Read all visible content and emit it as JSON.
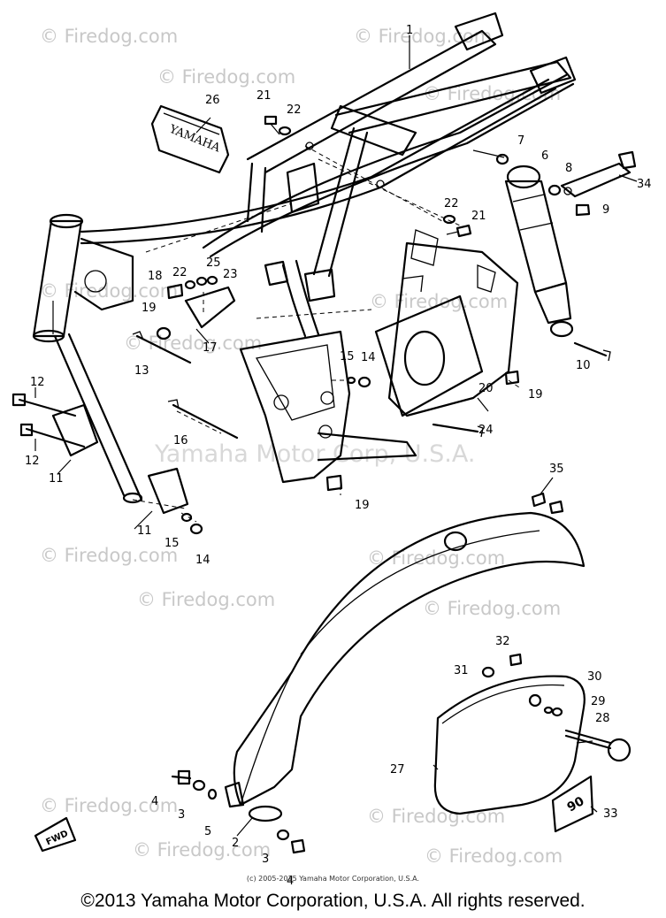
{
  "watermark": {
    "text": "© Firedog.com",
    "middle": "Yamaha Motor Corp, U.S.A."
  },
  "labels": [
    "1",
    "2",
    "3",
    "3",
    "4",
    "4",
    "5",
    "6",
    "7",
    "8",
    "9",
    "10",
    "11",
    "11",
    "12",
    "12",
    "13",
    "14",
    "14",
    "15",
    "15",
    "16",
    "17",
    "18",
    "19",
    "19",
    "19",
    "20",
    "21",
    "21",
    "22",
    "22",
    "22",
    "23",
    "24",
    "25",
    "26",
    "27",
    "28",
    "29",
    "30",
    "31",
    "32",
    "33",
    "34",
    "35"
  ],
  "decals": {
    "seat_text": "YAMAHA",
    "fwd": "FWD",
    "plate": "90"
  },
  "footer": {
    "small": "(c) 2005-2015 Yamaha Motor Corporation, U.S.A.",
    "copyright": "©2013 Yamaha Motor Corporation, U.S.A. All rights reserved."
  }
}
